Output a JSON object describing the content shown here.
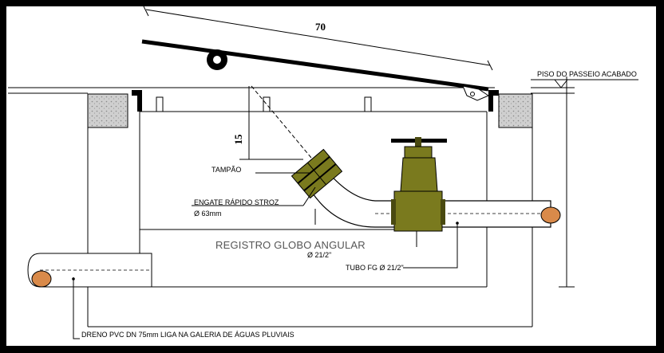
{
  "dimensions": {
    "top": "70",
    "depth": "15"
  },
  "labels": {
    "piso": "PISO DO PASSEIO ACABADO",
    "tampao": "TAMPÃO",
    "engate": "ENGATE RÁPIDO STROZ",
    "engate_diam": "Ø 63mm",
    "registro": "REGISTRO GLOBO ANGULAR",
    "registro_diam": "Ø 21/2\"",
    "tubo": "TUBO FG Ø 21/2\"",
    "dreno": "DRENO PVC DN 75mm LIGA NA GALERIA DE ÁGUAS PLUVIAIS"
  },
  "colors": {
    "valve": "#7a7a1e",
    "valve_dark": "#4a4a10",
    "pipe_end": "#d98a4a",
    "concrete": "#c8c8c8"
  }
}
